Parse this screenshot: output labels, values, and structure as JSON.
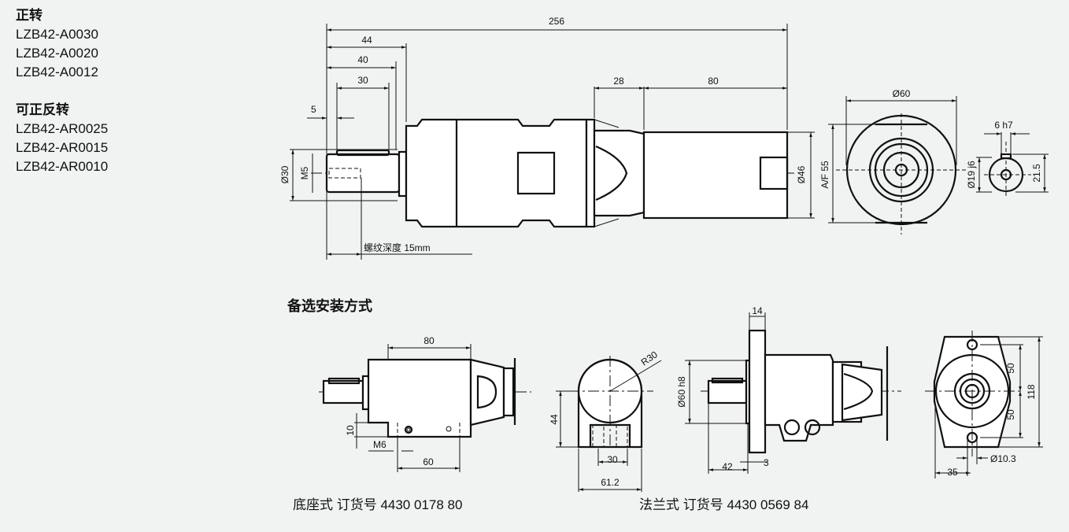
{
  "side_list": {
    "group1_title": "正转",
    "group1_items": [
      "LZB42-A0030",
      "LZB42-A0020",
      "LZB42-A0012"
    ],
    "group2_title": "可正反转",
    "group2_items": [
      "LZB42-AR0025",
      "LZB42-AR0015",
      "LZB42-AR0010"
    ]
  },
  "main_view": {
    "dims": {
      "overall": "256",
      "d44": "44",
      "d40": "40",
      "d30": "30",
      "d5": "5",
      "d28": "28",
      "d80": "80",
      "dia30": "Ø30",
      "m5": "M5",
      "dia46": "Ø46",
      "thread_depth": "螺纹深度 15mm"
    }
  },
  "end_view": {
    "dia60": "Ø60",
    "af55": "A/F 55"
  },
  "shaft_view": {
    "key": "6 h7",
    "dia19": "Ø19 j6",
    "h215": "21.5"
  },
  "alt_mount": {
    "heading": "备选安装方式",
    "foot": {
      "d80": "80",
      "d10": "10",
      "m6": "M6",
      "d60": "60",
      "r30": "R30",
      "d44": "44",
      "d30": "30",
      "d612": "61.2",
      "caption": "底座式 订货号 4430 0178 80"
    },
    "flange": {
      "d14": "14",
      "dia60h8": "Ø60 h8",
      "d42": "42",
      "d3": "3",
      "d50a": "50",
      "d50b": "50",
      "d118": "118",
      "dia103": "Ø10.3",
      "d35": "35",
      "caption": "法兰式 订货号 4430 0569 84"
    }
  }
}
